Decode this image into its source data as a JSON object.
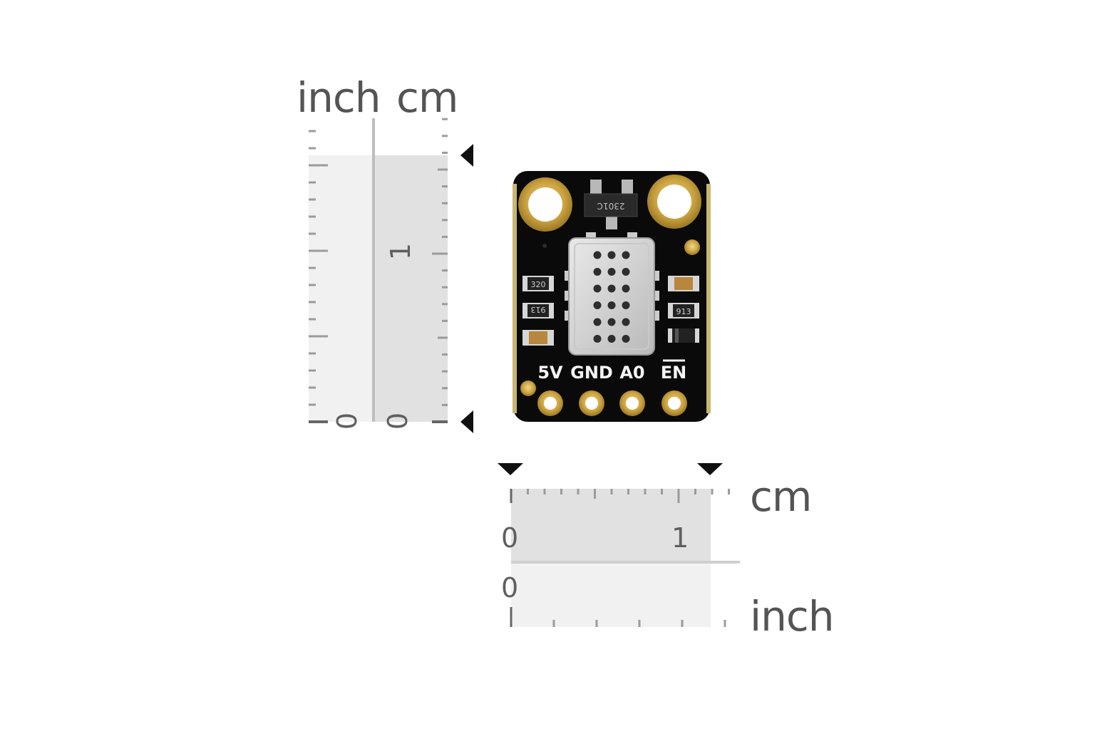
{
  "scene": "measurement-photo",
  "colors": {
    "pcb": "#0b0b0b",
    "gold": "#c8a13c",
    "shield": "#d8d8d8",
    "ruler_fill_light": "#f1f1f1",
    "ruler_fill_dark": "#e0e0e0",
    "tick": "#9a9a9a",
    "text": "#545454"
  },
  "vertical_ruler": {
    "unit_left": "inch",
    "unit_right": "cm",
    "inch_zero": "0",
    "cm_zero": "0",
    "cm_one": "1"
  },
  "horizontal_ruler": {
    "unit_top": "cm",
    "unit_bottom": "inch",
    "cm_zero": "0",
    "cm_one": "1",
    "inch_zero": "0"
  },
  "board": {
    "pin_labels": [
      "5V",
      "GND",
      "A0",
      "EN"
    ],
    "transistor_marking": "2301C",
    "resistor_markings": [
      "320",
      "913",
      "913"
    ]
  }
}
